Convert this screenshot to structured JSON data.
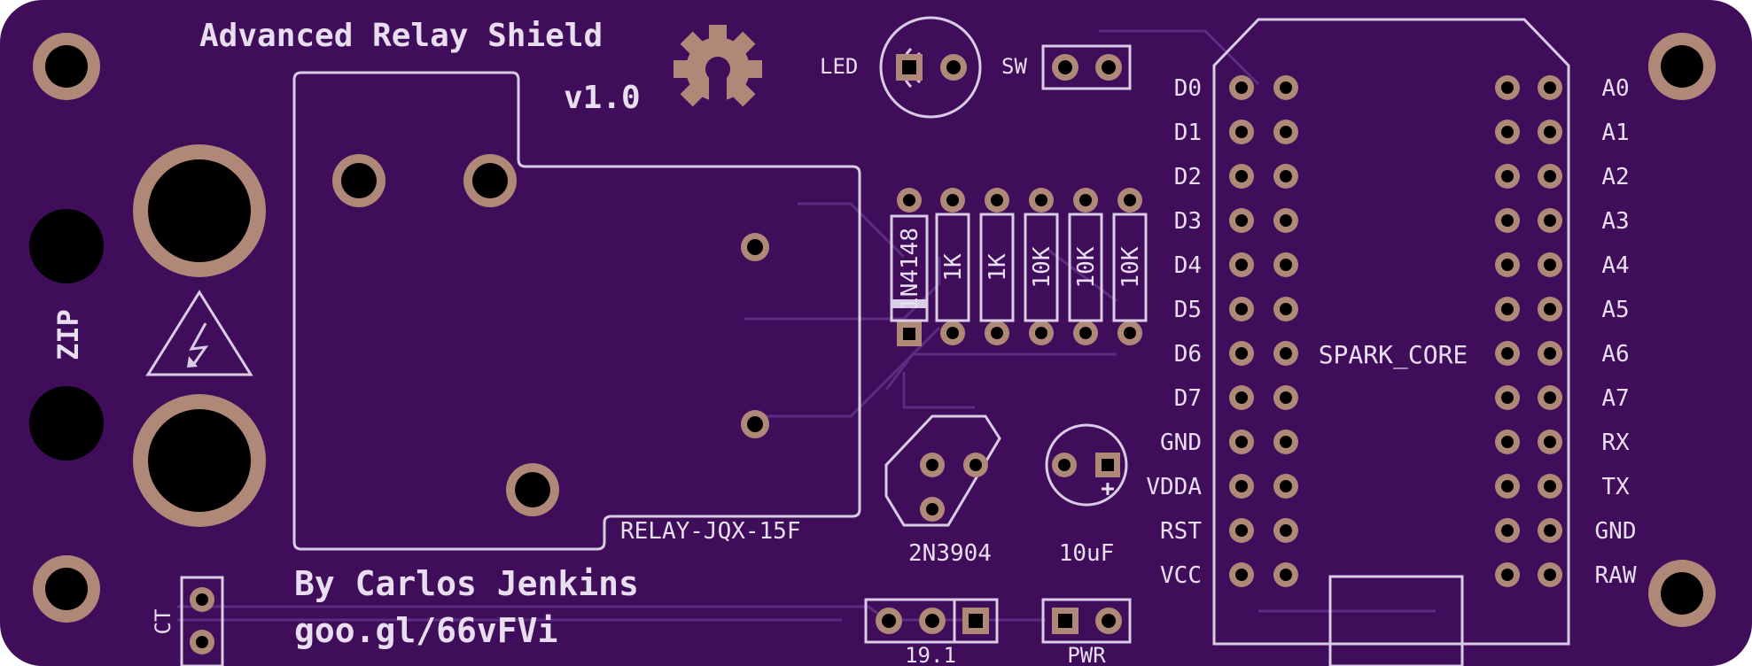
{
  "board": {
    "title": "Advanced Relay Shield",
    "version": "v1.0",
    "author": "By Carlos Jenkins",
    "url": "goo.gl/66vFVi",
    "colors": {
      "pcb": "#3f0d5a",
      "silkscreen": "#d9cde6",
      "copper_pad": "#b08878",
      "trace": "#5a2d82"
    }
  },
  "labels": {
    "zip": "ZIP",
    "ct": "CT",
    "led": "LED",
    "sw": "SW",
    "diode": "1N4148",
    "r1": "1K",
    "r2": "1K",
    "r3": "10K",
    "r4": "10K",
    "r5": "10K",
    "relay": "RELAY-JQX-15F",
    "transistor": "2N3904",
    "capacitor": "10uF",
    "cap_plus": "+",
    "core": "SPARK_CORE",
    "header_191": "19.1",
    "header_pwr": "PWR"
  },
  "pins_left": [
    "D0",
    "D1",
    "D2",
    "D3",
    "D4",
    "D5",
    "D6",
    "D7",
    "GND",
    "VDDA",
    "RST",
    "VCC"
  ],
  "pins_right": [
    "A0",
    "A1",
    "A2",
    "A3",
    "A4",
    "A5",
    "A6",
    "A7",
    "RX",
    "TX",
    "GND",
    "RAW"
  ]
}
